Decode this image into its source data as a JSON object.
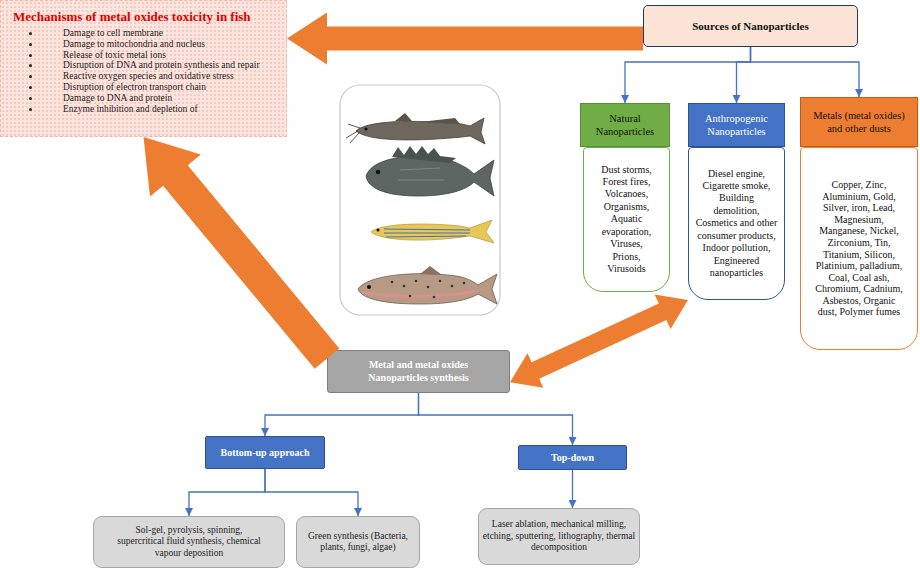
{
  "diagram": {
    "nodes": [
      {
        "text": [
          "Mechanisms of metal oxides toxicity in fish",
          "Damage to cell membrane",
          "Damage to mitochondria and nucleus",
          "Release of toxic metal ions",
          "Disruption of DNA and protein synthesis and repair",
          "Reactive oxygen species and oxidative stress",
          "Disruption of electron transport chain",
          "Damage to DNA and protein",
          "Enzyme inhibition and depletion of"
        ]
      },
      {
        "text": [
          "Sources of Nanoparticles"
        ]
      },
      {
        "text": [
          "Natural Nanoparticles"
        ]
      },
      {
        "text": [
          "Anthropogenic Nanoparticles"
        ]
      },
      {
        "text": [
          "Metals (metal oxides) and other dusts"
        ]
      },
      {
        "text": [
          "Dust storms, Forest fires, Volcanoes, Organisms, Aquatic evaporation, Viruses, Prions, Virusoids"
        ]
      },
      {
        "text": [
          "Diesel engine, Cigarette smoke, Building demolition, Cosmetics and other consumer products, Indoor pollution, Engineered nanoparticles"
        ]
      },
      {
        "text": [
          "Copper, Zinc, Aluminium, Gold, Silver, iron, Lead, Magnesium, Manganese, Nickel, Zirconium, Tin, Titanium, Silicon, Platinium, palladium, Coal, Coal ash, Chromium, Cadnium, Asbestos, Organic dust, Polymer fumes"
        ]
      },
      {
        "text": [
          "Metal and metal oxides Nanoparticles synthesis"
        ]
      },
      {
        "text": [
          "Bottom-up approach"
        ]
      },
      {
        "text": [
          "Top-down"
        ]
      },
      {
        "text": [
          "Sol-gel, pyrolysis, spinning, supercritical fluid synthesis, chemical vapour deposition"
        ]
      },
      {
        "text": [
          "Green synthesis (Bacteria, plants, fungi, algae)"
        ]
      },
      {
        "text": [
          "Laser ablation, mechanical milling, etching, sputtering, lithography, thermal decomposition"
        ]
      }
    ],
    "edges": [
      {
        "from": 1,
        "to": 0,
        "arrow": "to"
      },
      {
        "from": 1,
        "to": 2,
        "arrow": "to"
      },
      {
        "from": 1,
        "to": 3,
        "arrow": "to"
      },
      {
        "from": 1,
        "to": 4,
        "arrow": "to"
      },
      {
        "from": 8,
        "to": 0,
        "arrow": "to"
      },
      {
        "from": 8,
        "to": 6,
        "arrow": "both"
      },
      {
        "from": 8,
        "to": 9,
        "arrow": "to"
      },
      {
        "from": 8,
        "to": 10,
        "arrow": "to"
      },
      {
        "from": 9,
        "to": 11,
        "arrow": "to"
      },
      {
        "from": 9,
        "to": 12,
        "arrow": "to"
      },
      {
        "from": 10,
        "to": 13,
        "arrow": "to"
      }
    ]
  }
}
